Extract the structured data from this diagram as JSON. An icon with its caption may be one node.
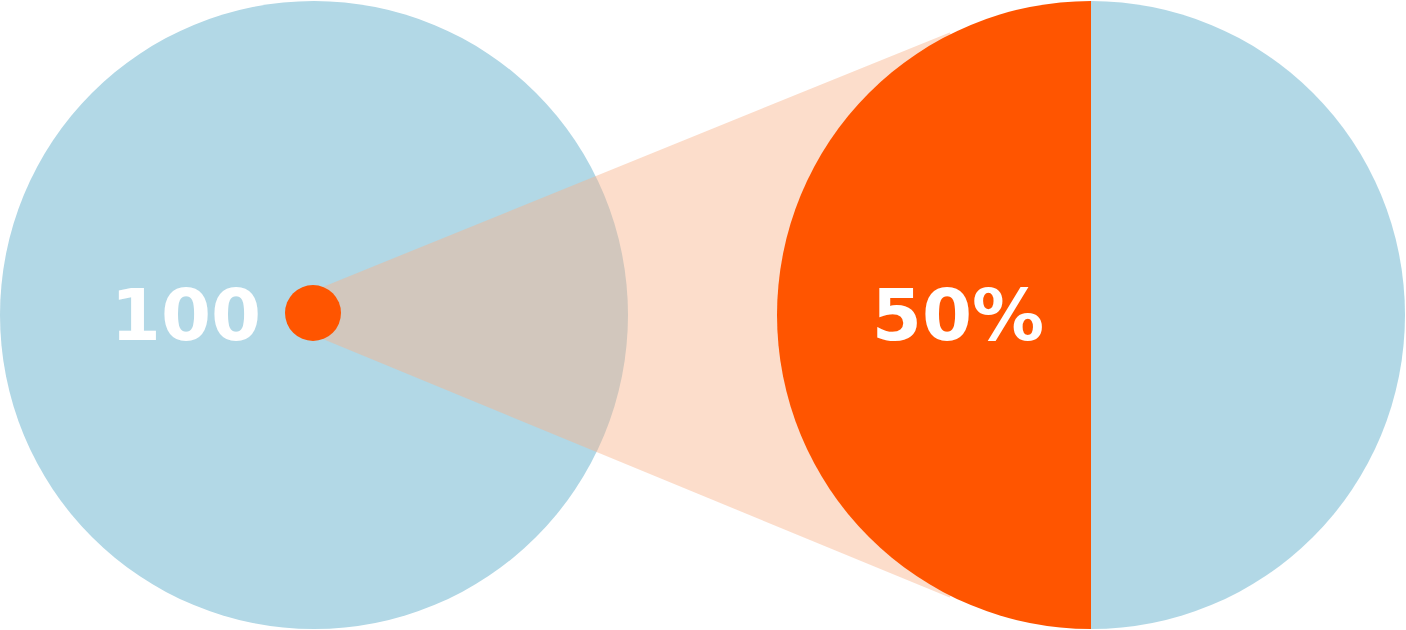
{
  "diagram": {
    "nodes": [
      {
        "text": [
          "100"
        ]
      },
      {
        "text": [],
        "shape": "circle",
        "in": 0
      },
      {
        "text": [
          "50%"
        ]
      }
    ]
  }
}
